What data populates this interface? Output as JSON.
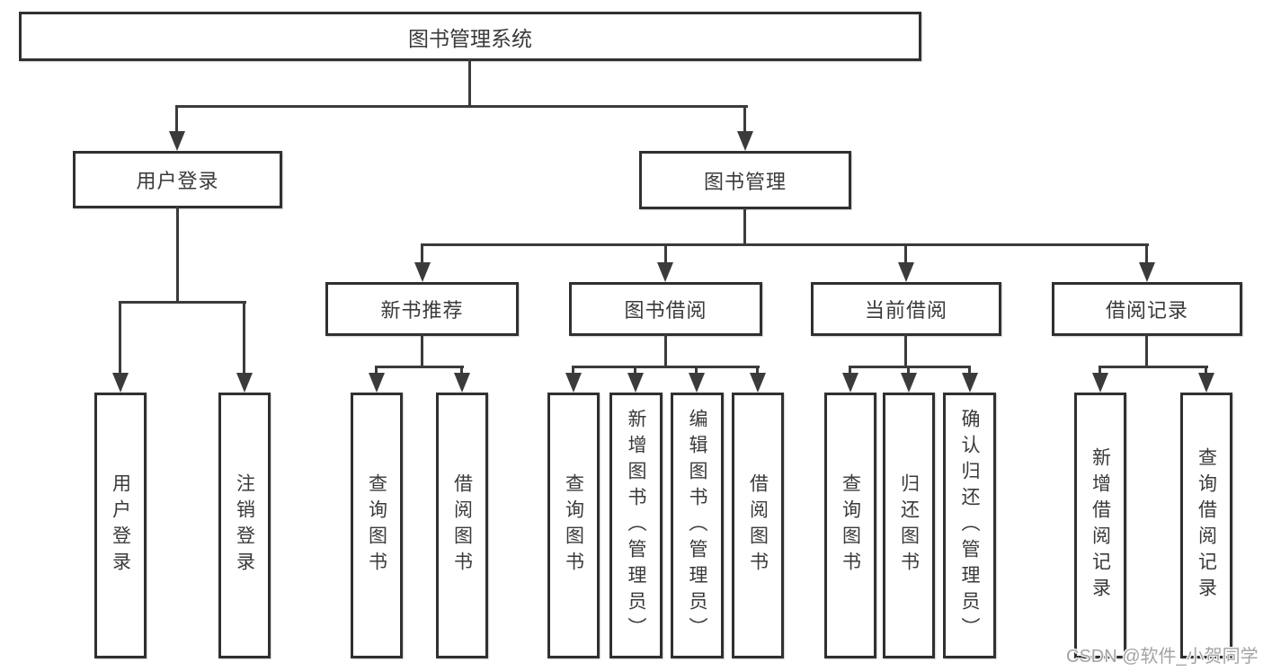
{
  "diagram": {
    "nodes": {
      "root": "图书管理系统",
      "user_login": "用户登录",
      "book_management": "图书管理",
      "new_book_recommend": "新书推荐",
      "book_borrow": "图书借阅",
      "current_borrow": "当前借阅",
      "borrow_record": "借阅记录",
      "leaf_user_login": "用户登录",
      "leaf_logout": "注销登录",
      "leaf_rec_query_book": "查询图书",
      "leaf_rec_borrow_book": "借阅图书",
      "leaf_bb_query_book": "查询图书",
      "leaf_bb_add_book": "新增图书（管理员）",
      "leaf_bb_edit_book": "编辑图书（管理员）",
      "leaf_bb_borrow_book": "借阅图书",
      "leaf_cb_query_book": "查询图书",
      "leaf_cb_return_book": "归还图书",
      "leaf_cb_confirm_return": "确认归还（管理员）",
      "leaf_br_add_record": "新增借阅记录",
      "leaf_br_query_record": "查询借阅记录"
    },
    "watermark": "CSDN @软件_小贺同学",
    "colors": {
      "line": "#3b3b3b",
      "box_border": "#303030",
      "text": "#3a3a3a",
      "watermark": "#a3a3a3",
      "background": "#ffffff"
    }
  }
}
